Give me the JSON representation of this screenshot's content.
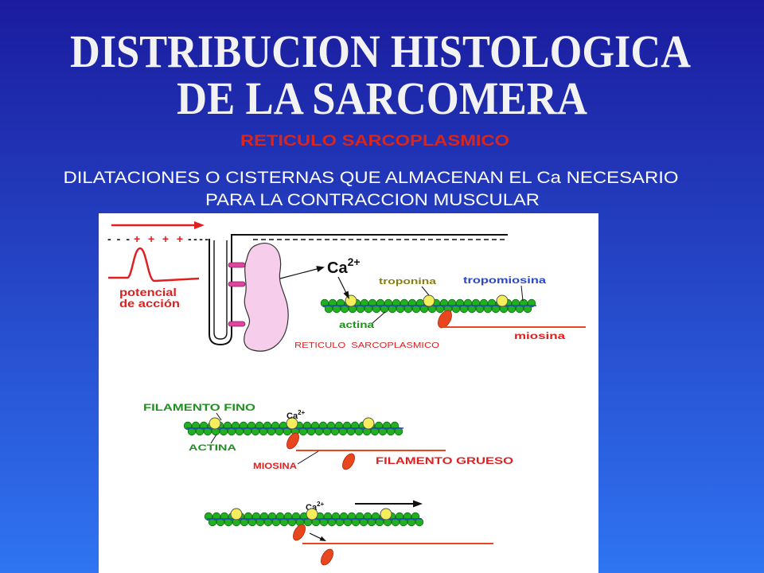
{
  "slide": {
    "title_line1": "DISTRIBUCION HISTOLOGICA",
    "title_line2": "DE LA SARCOMERA",
    "subtitle": "RETICULO SARCOPLASMICO",
    "description_line1": "DILATACIONES O CISTERNAS QUE ALMACENAN EL Ca NECESARIO",
    "description_line2": "PARA LA CONTRACCION MUSCULAR"
  },
  "diagram": {
    "membrane_charges": {
      "negative_left": "- - -",
      "positive": "+ + + +",
      "negative_right": "- - - -"
    },
    "action_potential_label": {
      "line1": "potencial",
      "line2": "de acción"
    },
    "calcium": {
      "symbol": "Ca",
      "charge": "2+"
    },
    "labels": {
      "troponina": "troponina",
      "tropomiosina": "tropomiosina",
      "actina": "actina",
      "miosina": "miosina",
      "reticulo_sarcoplasmico": "RETICULO  SARCOPLASMICO",
      "filamento_fino": "FILAMENTO FINO",
      "actina_upper": "ACTINA",
      "miosina_upper": "MIOSINA",
      "filamento_grueso": "FILAMENTO GRUESO"
    }
  },
  "colors": {
    "background_top": "#1b1b9e",
    "background_bottom": "#2f74f2",
    "title": "#f2f2f2",
    "subtitle": "#d9261c",
    "actin": "#22b022",
    "actin_outline": "#0b6a12",
    "troponin": "#f4ee5a",
    "tropomyosin": "#2244cc",
    "myosin": "#e8461e",
    "reticulum": "#f6cdea",
    "connector": "#e0449e",
    "action_potential": "#e02020"
  }
}
